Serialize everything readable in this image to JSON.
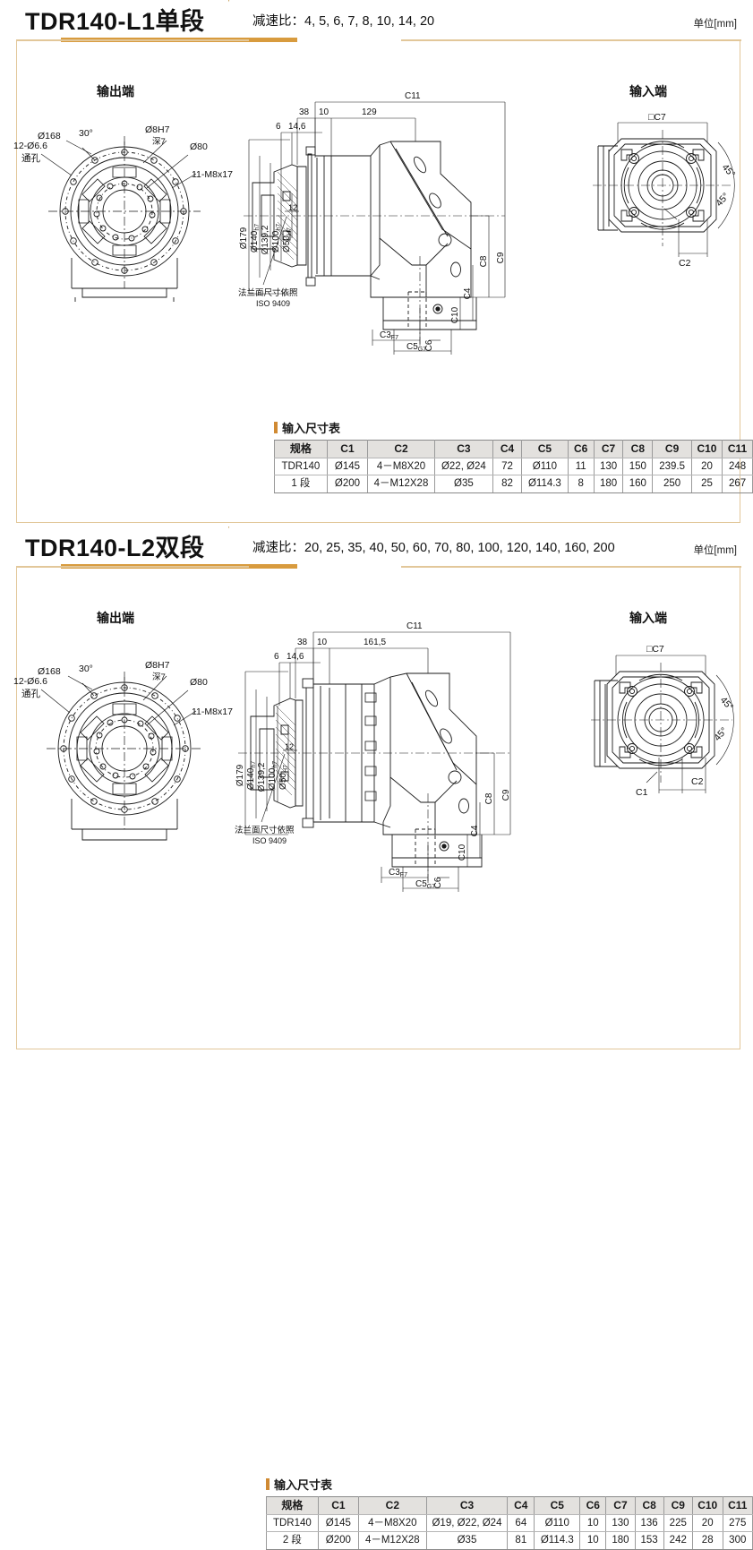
{
  "page": {
    "unit_note": "单位[mm]"
  },
  "sections": [
    {
      "id": "l1",
      "title": "TDR140-L1单段",
      "ratio_label": "减速比：",
      "ratio_values": "4, 5, 6, 7, 8, 10, 14, 20",
      "unit_note": "单位[mm]",
      "output_caption": "输出端",
      "input_caption": "输入端",
      "front_view": {
        "d_outer": "Ø168",
        "d_bore": "Ø80",
        "pin": "Ø8H7",
        "pin_depth": "深7",
        "holes": "12-Ø6.6",
        "holes_note": "通孔",
        "threads": "11-M8x17",
        "angle": "30°"
      },
      "side_view": {
        "c11": "C11",
        "len_a": "38",
        "len_b": "10",
        "len_c": "129",
        "len_d": "6",
        "len_e": "14,6",
        "d179": "Ø179",
        "d140": "Ø140",
        "d140_tol": "h7",
        "d1392": "Ø139,2",
        "d100": "Ø100",
        "d100_tol": "h7",
        "d50": "Ø50",
        "d50_tol": "H7",
        "depth12": "12",
        "iso_note_1": "法兰面尺寸依照",
        "iso_note_2": "ISO 9409",
        "c9": "C9",
        "c8": "C8",
        "c4": "C4",
        "c10": "C10",
        "c3": "C3",
        "c3_tol": "F7",
        "c5": "C5",
        "c5_tol": "G7",
        "c6": "C6"
      },
      "rear_view": {
        "c7": "□C7",
        "c2": "C2",
        "angle_1": "45°",
        "angle_2": "45°"
      },
      "table": {
        "label": "输入尺寸表",
        "headers": [
          "规格",
          "C1",
          "C2",
          "C3",
          "C4",
          "C5",
          "C6",
          "C7",
          "C8",
          "C9",
          "C10",
          "C11"
        ],
        "rows": [
          [
            "TDR140",
            "Ø145",
            "4－M8X20",
            "Ø22, Ø24",
            "72",
            "Ø110",
            "11",
            "130",
            "150",
            "239.5",
            "20",
            "248"
          ],
          [
            "1 段",
            "Ø200",
            "4－M12X28",
            "Ø35",
            "82",
            "Ø114.3",
            "8",
            "180",
            "160",
            "250",
            "25",
            "267"
          ]
        ]
      }
    },
    {
      "id": "l2",
      "title": "TDR140-L2双段",
      "ratio_label": "减速比：",
      "ratio_values": "20, 25, 35, 40, 50, 60, 70, 80, 100, 120, 140, 160, 200",
      "unit_note": "单位[mm]",
      "output_caption": "输出端",
      "input_caption": "输入端",
      "front_view": {
        "d_outer": "Ø168",
        "d_bore": "Ø80",
        "pin": "Ø8H7",
        "pin_depth": "深7",
        "holes": "12-Ø6.6",
        "holes_note": "通孔",
        "threads": "11-M8x17",
        "angle": "30°"
      },
      "side_view": {
        "c11": "C11",
        "len_a": "38",
        "len_b": "10",
        "len_c": "161,5",
        "len_d": "6",
        "len_e": "14,6",
        "d179": "Ø179",
        "d140": "Ø140",
        "d140_tol": "h7",
        "d1392": "Ø139,2",
        "d100": "Ø100",
        "d100_tol": "h7",
        "d50": "Ø50",
        "d50_tol": "H7",
        "depth12": "12",
        "iso_note_1": "法兰面尺寸依照",
        "iso_note_2": "ISO 9409",
        "c9": "C9",
        "c8": "C8",
        "c4": "C4",
        "c10": "C10",
        "c3": "C3",
        "c3_tol": "F7",
        "c5": "C5",
        "c5_tol": "G7",
        "c6": "C6"
      },
      "rear_view": {
        "c7": "□C7",
        "c1": "C1",
        "c2": "C2",
        "angle_1": "45°",
        "angle_2": "45°"
      },
      "table": {
        "label": "输入尺寸表",
        "headers": [
          "规格",
          "C1",
          "C2",
          "C3",
          "C4",
          "C5",
          "C6",
          "C7",
          "C8",
          "C9",
          "C10",
          "C11"
        ],
        "rows": [
          [
            "TDR140",
            "Ø145",
            "4－M8X20",
            "Ø19, Ø22, Ø24",
            "64",
            "Ø110",
            "10",
            "130",
            "136",
            "225",
            "20",
            "275"
          ],
          [
            "2 段",
            "Ø200",
            "4－M12X28",
            "Ø35",
            "81",
            "Ø114.3",
            "10",
            "180",
            "153",
            "242",
            "28",
            "300"
          ]
        ]
      }
    }
  ],
  "colors": {
    "accent_orange": "#d08a33",
    "frame_tan": "#e2c79a",
    "table_header_bg": "#e3e1de",
    "line": "#1a1a1a"
  }
}
